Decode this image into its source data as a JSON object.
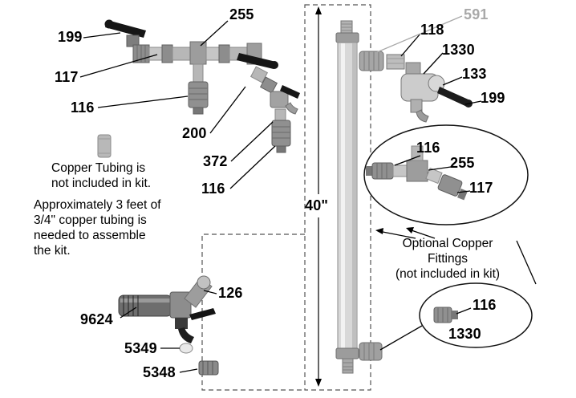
{
  "labels": {
    "p199_top": "199",
    "p117_top": "117",
    "p116_top": "116",
    "p255_top": "255",
    "p200": "200",
    "p372": "372",
    "p116_mid": "116",
    "dim_40": "40\"",
    "p591": "591",
    "p118": "118",
    "p1330_top": "1330",
    "p133": "133",
    "p199_right": "199",
    "p116_detail": "116",
    "p255_detail": "255",
    "p117_detail": "117",
    "p116_bottom": "116",
    "p1330_bottom": "1330",
    "p126": "126",
    "p9624": "9624",
    "p5349": "5349",
    "p5348": "5348"
  },
  "notes": {
    "copper_tubing": "Copper Tubing is\nnot included in kit.",
    "approx": "Approximately 3 feet of\n3/4\" copper tubing is\nneeded to assemble\nthe kit.",
    "optional": "Optional Copper\nFittings\n(not included in kit)"
  },
  "colors": {
    "muted_label": "#a9a9a9",
    "ink": "#000000"
  }
}
